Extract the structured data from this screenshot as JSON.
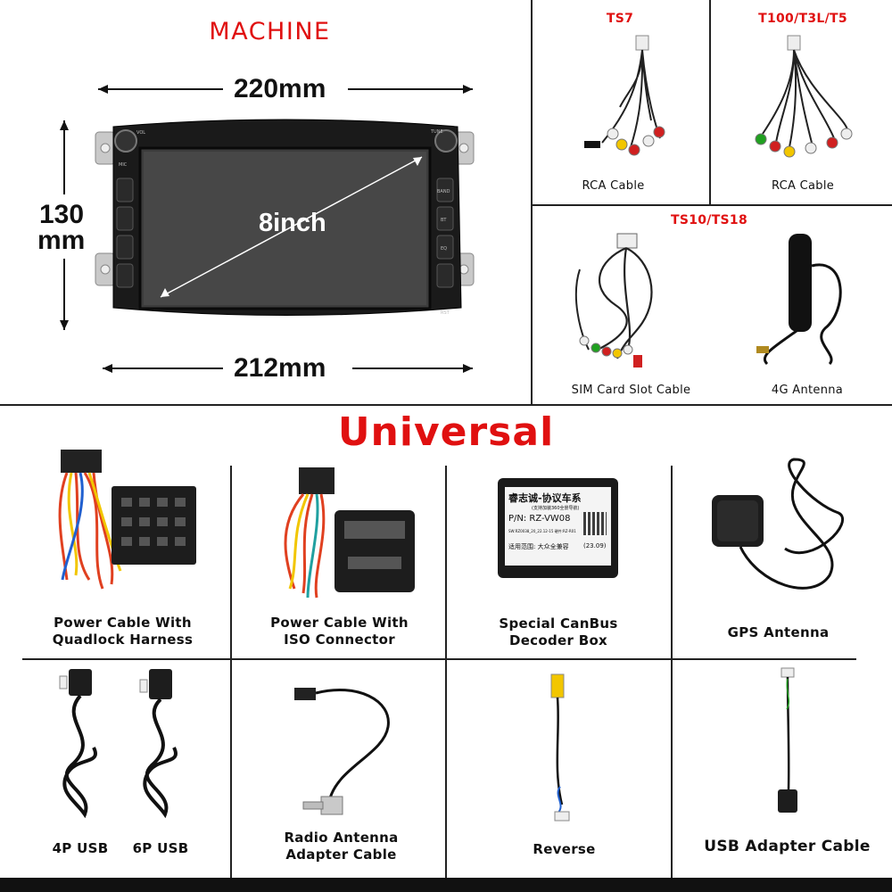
{
  "machine": {
    "title": "MACHINE",
    "width_label": "220mm",
    "height_label_line1": "130",
    "height_label_line2": "mm",
    "bottom_label": "212mm",
    "screen_label": "8inch",
    "button_labels": [
      "VOL",
      "TUNE",
      "BAND",
      "BT",
      "EQ",
      "RST",
      "MIC"
    ]
  },
  "cables_top": [
    {
      "title": "TS7",
      "caption": "RCA Cable"
    },
    {
      "title": "T100/T3L/T5",
      "caption": "RCA Cable"
    }
  ],
  "cables_mid": {
    "title": "TS10/TS18",
    "items": [
      {
        "caption": "SIM Card Slot Cable"
      },
      {
        "caption": "4G Antenna"
      }
    ]
  },
  "universal": {
    "title": "Universal",
    "row1": [
      {
        "caption_line1": "Power Cable With",
        "caption_line2": "Quadlock Harness"
      },
      {
        "caption_line1": "Power Cable With",
        "caption_line2": "ISO Connector"
      },
      {
        "caption_line1": "Special CanBus",
        "caption_line2": "Decoder Box"
      },
      {
        "caption_line1": "GPS Antenna",
        "caption_line2": ""
      }
    ],
    "row2": [
      {
        "caption_a": "4P USB",
        "caption_b": "6P USB"
      },
      {
        "caption_line1": "Radio Antenna",
        "caption_line2": "Adapter Cable"
      },
      {
        "caption_line1": "Reverse",
        "caption_line2": ""
      },
      {
        "caption_line1": "USB Adapter Cable",
        "caption_line2": ""
      }
    ]
  },
  "decoder_box": {
    "line1": "睿志诚-协议车系",
    "line2": "(支持加装360全景导航)",
    "line3": "P/N: RZ-VW08",
    "line4": "SW:RZ0038_20_22.12-15   硬件:RZ-R01",
    "line5": "适用范围: 大众全兼容",
    "line6": "(23.09)"
  },
  "colors": {
    "accent_red": "#e01010",
    "text": "#111111",
    "lines": "#222222"
  }
}
